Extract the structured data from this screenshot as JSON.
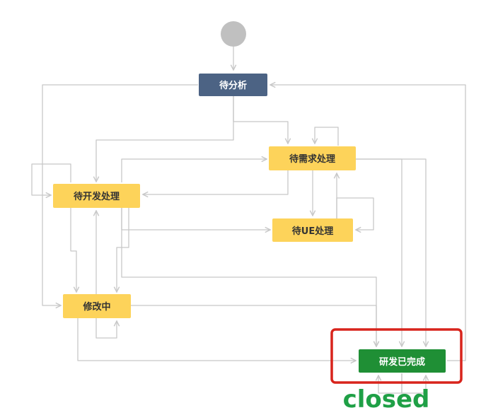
{
  "workflow": {
    "nodes": [
      {
        "id": "analysis",
        "label": "待分析",
        "style": "dark"
      },
      {
        "id": "req",
        "label": "待需求处理",
        "style": "yellow"
      },
      {
        "id": "dev",
        "label": "待开发处理",
        "style": "yellow"
      },
      {
        "id": "ue",
        "label": "待UE处理",
        "style": "yellow"
      },
      {
        "id": "fix",
        "label": "修改中",
        "style": "yellow"
      },
      {
        "id": "done",
        "label": "研发已完成",
        "style": "green"
      }
    ],
    "annotation": "closed"
  },
  "colors": {
    "dark_node": "#4c6384",
    "yellow_node": "#fdd35a",
    "green_node": "#1f8f35",
    "start_circle": "#c0c0c0",
    "connector": "#c8c8c8",
    "highlight_box": "#d8241c",
    "annotation_text": "#1fa046"
  }
}
